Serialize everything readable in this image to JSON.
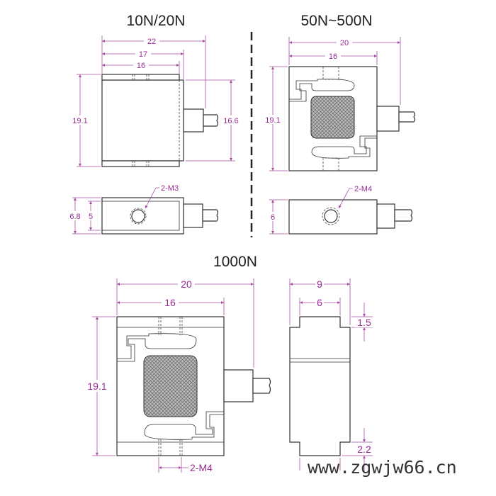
{
  "titles": {
    "small": "10N/20N",
    "medium": "50N~500N",
    "large": "1000N"
  },
  "colors": {
    "dimension": "#9a2a94",
    "outline": "#333333"
  },
  "sensor_10n": {
    "width_total": "22",
    "width_body": "17",
    "width_top": "16",
    "height": "19.1",
    "height_inner": "16.6",
    "side_outer": "6.8",
    "side_inner": "5",
    "thread": "2-M3"
  },
  "sensor_50n": {
    "width_total": "20",
    "width_body": "16",
    "height": "19.1",
    "side": "6",
    "thread": "2-M4"
  },
  "sensor_1000n": {
    "width_total": "20",
    "width_body": "16",
    "height": "19.1",
    "thread": "2-M4",
    "side_width": "9",
    "side_top": "6",
    "step_top": "1.5",
    "step_bottom": "2.2"
  },
  "watermark": "www.zgwjw66.cn"
}
